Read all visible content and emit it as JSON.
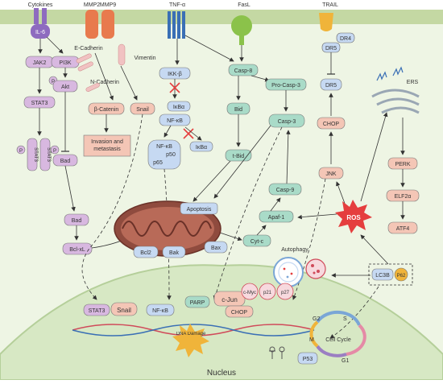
{
  "receptors": {
    "cytokines": "Cytokines",
    "il6": "IL-6",
    "mmp2": "MMP2",
    "mmp9": "MMP9",
    "tnf": "TNF-α",
    "fasl": "FasL",
    "trail": "TRAIL",
    "dr4": "DR4",
    "dr5": "DR5"
  },
  "left": {
    "jak2": "JAK2",
    "p": "P",
    "stat3": "STAT3",
    "pi3k": "PI3K",
    "akt": "Akt",
    "bad": "Bad",
    "bclxl": "Bcl-xL"
  },
  "emt": {
    "ecadherin": "E-Cadherin",
    "ncadherin": "N-Cadherin",
    "vimentin": "Vimentin",
    "betacatenin": "β-Catenin",
    "snail": "Snail",
    "invasion": "Invasion and metastasis"
  },
  "nfkb": {
    "ikkb": "IKK-β",
    "ikba": "IκBα",
    "nfkb": "NF-κB",
    "p50": "p50",
    "p65": "p65"
  },
  "apoptosis": {
    "casp8": "Casp-8",
    "procasp3": "Pro-Casp-3",
    "bid": "Bid",
    "tbid": "t-Bid",
    "casp3": "Casp-3",
    "casp9": "Casp-9",
    "apoptosis": "Apoptosis",
    "apaf1": "Apaf-1",
    "cytc": "Cyt-c",
    "bcl2": "Bcl2",
    "bak": "Bak",
    "bax": "Bax"
  },
  "stress": {
    "dr5": "DR5",
    "chop": "CHOP",
    "jnk": "JNK",
    "ros": "ROS",
    "ers": "ERS",
    "perk": "PERK",
    "elf2a": "ELF2α",
    "atf4": "ATF4"
  },
  "autophagy": {
    "label": "Autophagy",
    "lc3b": "LC3B",
    "p62": "P62"
  },
  "nucleus": {
    "label": "Nucleus",
    "stat3": "STAT3",
    "snail": "Snail",
    "nfkb": "NF-κB",
    "parp": "PARP",
    "cjun": "c-Jun",
    "chop": "CHOP",
    "cmyc": "c-Myc",
    "p21": "p21",
    "p27": "p27",
    "dna_damage": "DNA Damage",
    "cell_cycle": "Cell Cycle",
    "g2": "G2",
    "s": "S",
    "g1": "G1",
    "m": "M",
    "p53": "P53"
  },
  "colors": {
    "membrane": "#c4d8a3",
    "cytoplasm": "#eef5e4",
    "purple": "#d8b8e0",
    "blue": "#c6d9f2",
    "teal": "#a9dbc8",
    "salmon": "#f4c6b6",
    "ros": "#e53e3e"
  }
}
